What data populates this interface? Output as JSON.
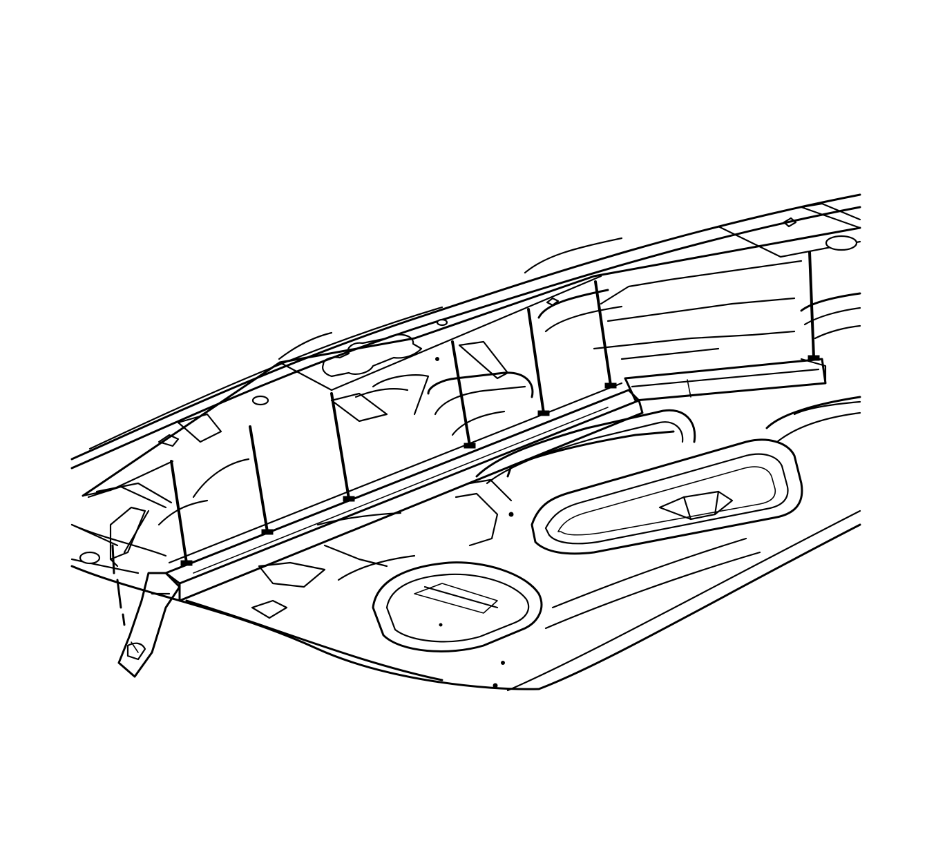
{
  "diagram": {
    "colors": {
      "ink": "#000000",
      "paper": "#ffffff"
    },
    "fasteners": [
      {
        "id": "stud-1"
      },
      {
        "id": "stud-2"
      },
      {
        "id": "stud-3"
      },
      {
        "id": "stud-4"
      },
      {
        "id": "stud-5"
      },
      {
        "id": "stud-6"
      },
      {
        "id": "stud-7"
      }
    ]
  }
}
